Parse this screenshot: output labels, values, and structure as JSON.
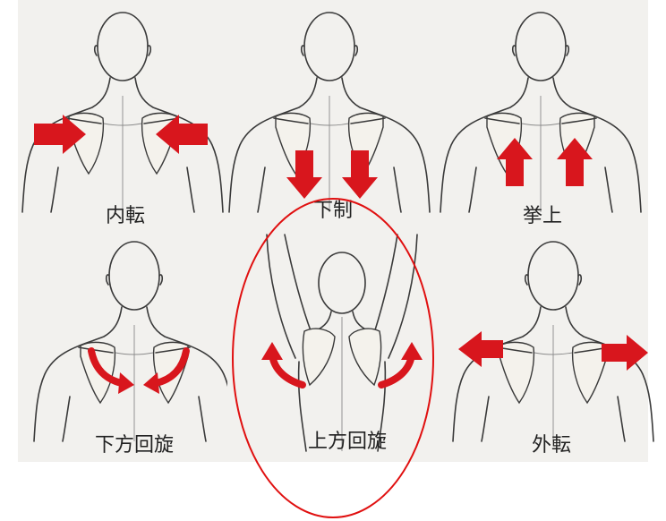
{
  "panels": [
    {
      "label": "内転"
    },
    {
      "label": "下制"
    },
    {
      "label": "挙上"
    },
    {
      "label": "下方回旋"
    },
    {
      "label": "上方回旋"
    },
    {
      "label": "外転"
    }
  ],
  "colors": {
    "arrow": "#d8161d",
    "highlight_ellipse": "#e01010",
    "panel_background": "#f2f1ee",
    "line": "#3a3a3a"
  }
}
